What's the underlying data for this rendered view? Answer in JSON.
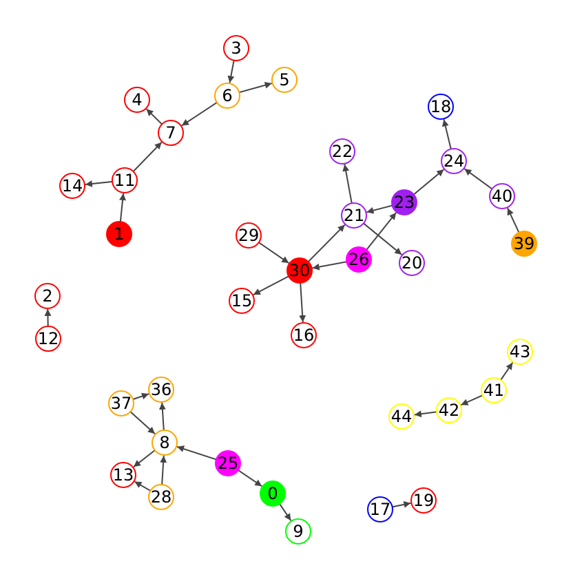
{
  "graph": {
    "nodes": [
      {
        "id": "0",
        "color": "#00ff00",
        "filled": true
      },
      {
        "id": "1",
        "color": "#ff0000",
        "filled": true
      },
      {
        "id": "2",
        "color": "#ff0000",
        "filled": false
      },
      {
        "id": "3",
        "color": "#ff0000",
        "filled": false
      },
      {
        "id": "4",
        "color": "#ff0000",
        "filled": false
      },
      {
        "id": "5",
        "color": "#ffa500",
        "filled": false
      },
      {
        "id": "6",
        "color": "#ffa500",
        "filled": false
      },
      {
        "id": "7",
        "color": "#ff0000",
        "filled": false
      },
      {
        "id": "8",
        "color": "#ffa500",
        "filled": false
      },
      {
        "id": "9",
        "color": "#00ff00",
        "filled": false
      },
      {
        "id": "11",
        "color": "#ff0000",
        "filled": false
      },
      {
        "id": "12",
        "color": "#ff0000",
        "filled": false
      },
      {
        "id": "13",
        "color": "#ff0000",
        "filled": false
      },
      {
        "id": "14",
        "color": "#ff0000",
        "filled": false
      },
      {
        "id": "15",
        "color": "#ff0000",
        "filled": false
      },
      {
        "id": "16",
        "color": "#ff0000",
        "filled": false
      },
      {
        "id": "17",
        "color": "#0000ff",
        "filled": false
      },
      {
        "id": "18",
        "color": "#0000ff",
        "filled": false
      },
      {
        "id": "19",
        "color": "#ff0000",
        "filled": false
      },
      {
        "id": "20",
        "color": "#a020f0",
        "filled": false
      },
      {
        "id": "21",
        "color": "#a020f0",
        "filled": false
      },
      {
        "id": "22",
        "color": "#a020f0",
        "filled": false
      },
      {
        "id": "23",
        "color": "#a020f0",
        "filled": true
      },
      {
        "id": "24",
        "color": "#a020f0",
        "filled": false
      },
      {
        "id": "25",
        "color": "#ff00ff",
        "filled": true
      },
      {
        "id": "26",
        "color": "#ff00ff",
        "filled": true
      },
      {
        "id": "28",
        "color": "#ffa500",
        "filled": false
      },
      {
        "id": "29",
        "color": "#ff0000",
        "filled": false
      },
      {
        "id": "30",
        "color": "#ff0000",
        "filled": true
      },
      {
        "id": "36",
        "color": "#ffa500",
        "filled": false
      },
      {
        "id": "37",
        "color": "#ffa500",
        "filled": false
      },
      {
        "id": "39",
        "color": "#ffa500",
        "filled": true
      },
      {
        "id": "40",
        "color": "#a020f0",
        "filled": false
      },
      {
        "id": "41",
        "color": "#ffff00",
        "filled": false
      },
      {
        "id": "42",
        "color": "#ffff00",
        "filled": false
      },
      {
        "id": "43",
        "color": "#ffff00",
        "filled": false
      },
      {
        "id": "44",
        "color": "#ffff00",
        "filled": false
      }
    ],
    "edges": [
      [
        "3",
        "6"
      ],
      [
        "6",
        "5"
      ],
      [
        "6",
        "7"
      ],
      [
        "7",
        "4"
      ],
      [
        "11",
        "7"
      ],
      [
        "11",
        "14"
      ],
      [
        "1",
        "11"
      ],
      [
        "12",
        "2"
      ],
      [
        "24",
        "18"
      ],
      [
        "23",
        "24"
      ],
      [
        "40",
        "24"
      ],
      [
        "39",
        "40"
      ],
      [
        "23",
        "21"
      ],
      [
        "21",
        "22"
      ],
      [
        "21",
        "20"
      ],
      [
        "26",
        "23"
      ],
      [
        "30",
        "21"
      ],
      [
        "26",
        "30"
      ],
      [
        "29",
        "30"
      ],
      [
        "30",
        "15"
      ],
      [
        "30",
        "16"
      ],
      [
        "37",
        "36"
      ],
      [
        "8",
        "36"
      ],
      [
        "37",
        "8"
      ],
      [
        "25",
        "8"
      ],
      [
        "8",
        "13"
      ],
      [
        "28",
        "8"
      ],
      [
        "28",
        "13"
      ],
      [
        "25",
        "0"
      ],
      [
        "0",
        "9"
      ],
      [
        "17",
        "19"
      ],
      [
        "41",
        "43"
      ],
      [
        "41",
        "42"
      ],
      [
        "42",
        "44"
      ]
    ]
  }
}
